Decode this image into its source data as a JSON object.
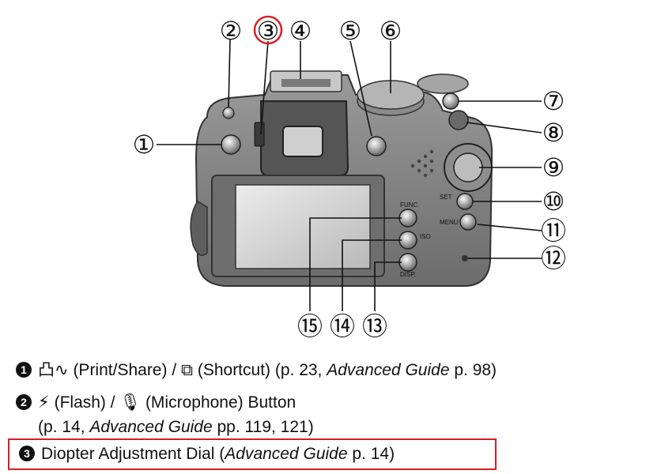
{
  "callouts": [
    "①",
    "②",
    "③",
    "④",
    "⑤",
    "⑥",
    "⑦",
    "⑧",
    "⑨",
    "⑩",
    "⑪",
    "⑫",
    "⑬",
    "⑭",
    "⑮"
  ],
  "labels": {
    "func": "FUNC.",
    "set": "SET",
    "menu": "MENU",
    "iso": "ISO",
    "disp": "DISP."
  },
  "highlight_color": "#d91e25",
  "descriptions": [
    {
      "num": "1",
      "icons": "凸∿",
      "text_a": " (Print/Share) / ",
      "icon_b": "⧉",
      "text_b": " (Shortcut) (p. 23, ",
      "italic": "Advanced Guide",
      "text_c": " p. 98)"
    },
    {
      "num": "2",
      "icons": "⚡",
      "text_a": " (Flash) / ",
      "icon_b": "🎙",
      "text_b": " (Microphone) Button",
      "line2_a": "(p. 14, ",
      "italic": "Advanced Guide",
      "line2_b": " pp. 119, 121)"
    },
    {
      "num": "3",
      "text_a": "Diopter Adjustment Dial (",
      "italic": "Advanced Guide",
      "text_b": " p. 14)"
    }
  ]
}
